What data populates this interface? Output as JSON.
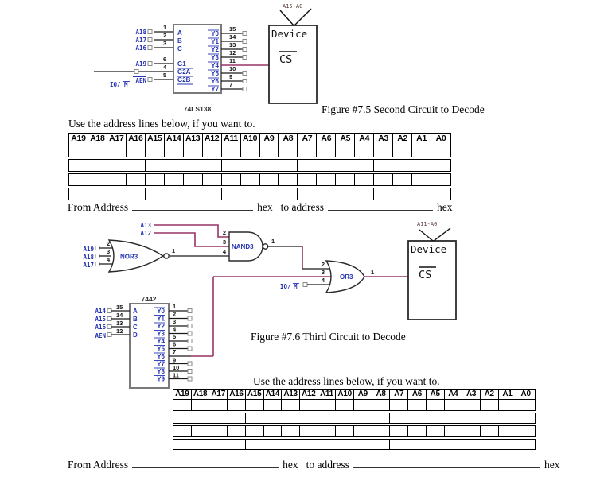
{
  "page": {
    "use_address_lines": "Use the address lines below, if you want to.",
    "from_address": "From Address",
    "to_address": "to address",
    "hex": "hex"
  },
  "figure75": {
    "caption": "Figure #7.5 Second Circuit to Decode"
  },
  "figure76": {
    "caption": "Figure #7.6 Third Circuit to Decode"
  },
  "circuit1": {
    "chip_name": "74LS138",
    "ports_left": [
      "A",
      "B",
      "C",
      "G1",
      "G2A",
      "G2B"
    ],
    "ports_right": [
      "Y0",
      "Y1",
      "Y2",
      "Y3",
      "Y4",
      "Y5",
      "Y6",
      "Y7"
    ],
    "input_signals": [
      "A18",
      "A17",
      "A16",
      "A19"
    ],
    "aen": "AEN",
    "io_prefix": "IO/",
    "io_m": "M",
    "input_pins": [
      "1",
      "2",
      "3",
      "6",
      "4",
      "5"
    ],
    "output_pins": [
      "15",
      "14",
      "13",
      "12",
      "11",
      "10",
      "9",
      "7"
    ],
    "device": {
      "title": "Device",
      "cs": "CS",
      "bus": "A15-A0"
    }
  },
  "circuit2": {
    "a13": "A13",
    "a12": "A12",
    "nor": {
      "name": "NOR3",
      "inputs": [
        "A19",
        "A18",
        "A17"
      ],
      "in_pins": [
        "2",
        "3",
        "4"
      ],
      "out_pin": "1"
    },
    "nand": {
      "name": "NAND3",
      "in_pins": [
        "2",
        "3",
        "4"
      ],
      "out_pin": "1"
    },
    "or": {
      "name": "OR3",
      "in_pins": [
        "2",
        "3",
        "4"
      ],
      "out_pin": "1"
    },
    "io_prefix": "IO/",
    "io_m": "M",
    "decoder": {
      "chip_name": "7442",
      "ports_left": [
        "A",
        "B",
        "C",
        "D"
      ],
      "ports_right": [
        "Y0",
        "Y1",
        "Y2",
        "Y3",
        "Y4",
        "Y5",
        "Y6",
        "Y7",
        "Y8",
        "Y9"
      ],
      "input_signals": [
        "A14",
        "A15",
        "A16"
      ],
      "aen": "AEN",
      "input_pins": [
        "15",
        "14",
        "13",
        "12"
      ],
      "output_pins": [
        "1",
        "2",
        "3",
        "4",
        "5",
        "6",
        "7",
        "9",
        "10",
        "11"
      ]
    },
    "device": {
      "title": "Device",
      "cs": "CS",
      "bus": "A11-A0"
    }
  },
  "address_table": {
    "headers": [
      "A19",
      "A18",
      "A17",
      "A16",
      "A15",
      "A14",
      "A13",
      "A12",
      "A11",
      "A10",
      "A9",
      "A8",
      "A7",
      "A6",
      "A5",
      "A4",
      "A3",
      "A2",
      "A1",
      "A0"
    ]
  },
  "colors": {
    "wire": "#1a1a1a",
    "highlight_wire": "#993366",
    "label_blue": "#2534b4",
    "chip_border": "#7a7a7a"
  }
}
